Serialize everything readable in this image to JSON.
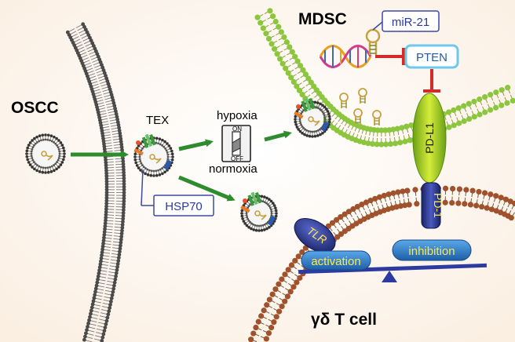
{
  "labels": {
    "oscc": "OSCC",
    "tex": "TEX",
    "mdsc": "MDSC",
    "hypoxia": "hypoxia",
    "normoxia": "normoxia",
    "switch_on": "ON",
    "switch_off": "OFF",
    "mir21": "miR-21",
    "pten": "PTEN",
    "hsp70": "HSP70",
    "pdl1": "PD-L1",
    "pd1": "PD-1",
    "tlr": "TLR",
    "activation": "activation",
    "inhibition": "inhibition",
    "gd_tcell": "γδ T cell"
  },
  "icons": [
    "membrane-bilayer",
    "exosome-icon",
    "dna-icon",
    "mirna-hairpin-icon",
    "switch-icon",
    "arrow-right-icon",
    "inhibition-arrow-icon",
    "balance-scale-icon"
  ],
  "colors": {
    "background": "#fdf6ee",
    "arrow": "#2e8b2e",
    "inhibit": "#d42a2a",
    "mdsc_membrane": "#8cc63f",
    "tcell_membrane": "#a0522d",
    "pdl1": "#9ccc2a",
    "pd1": "#2d3a8c",
    "label_box_border": "#3a4aa0",
    "pill": "#2f7fc8"
  }
}
